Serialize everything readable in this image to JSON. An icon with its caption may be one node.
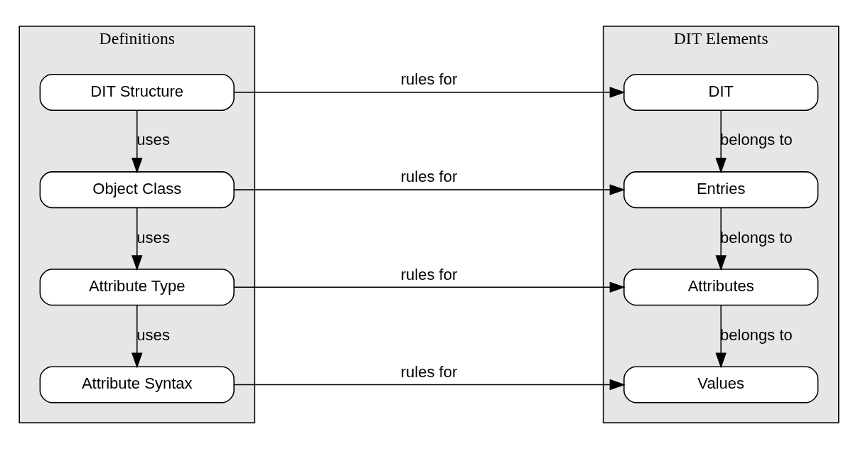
{
  "diagram": {
    "nodes": [
      {
        "text": [
          "Definitions"
        ]
      },
      {
        "text": [
          "DIT Structure"
        ],
        "in": 0
      },
      {
        "text": [
          "Object Class"
        ],
        "in": 0
      },
      {
        "text": [
          "Attribute Type"
        ],
        "in": 0
      },
      {
        "text": [
          "Attribute Syntax"
        ],
        "in": 0
      },
      {
        "text": [
          "DIT Elements"
        ]
      },
      {
        "text": [
          "DIT"
        ],
        "in": 5
      },
      {
        "text": [
          "Entries"
        ],
        "in": 5
      },
      {
        "text": [
          "Attributes"
        ],
        "in": 5
      },
      {
        "text": [
          "Values"
        ],
        "in": 5
      }
    ],
    "edges": [
      {
        "from": 1,
        "to": 6,
        "arrow": "to",
        "label": "rules for"
      },
      {
        "from": 1,
        "to": 2,
        "arrow": "to",
        "label": "uses"
      },
      {
        "from": 2,
        "to": 7,
        "arrow": "to",
        "label": "rules for"
      },
      {
        "from": 2,
        "to": 3,
        "arrow": "to",
        "label": "uses"
      },
      {
        "from": 3,
        "to": 8,
        "arrow": "to",
        "label": "rules for"
      },
      {
        "from": 3,
        "to": 4,
        "arrow": "to",
        "label": "uses"
      },
      {
        "from": 4,
        "to": 9,
        "arrow": "to",
        "label": "rules for"
      },
      {
        "from": 6,
        "to": 7,
        "arrow": "to",
        "label": "belongs to"
      },
      {
        "from": 7,
        "to": 8,
        "arrow": "to",
        "label": "belongs to"
      },
      {
        "from": 8,
        "to": 9,
        "arrow": "to",
        "label": "belongs to"
      }
    ]
  }
}
